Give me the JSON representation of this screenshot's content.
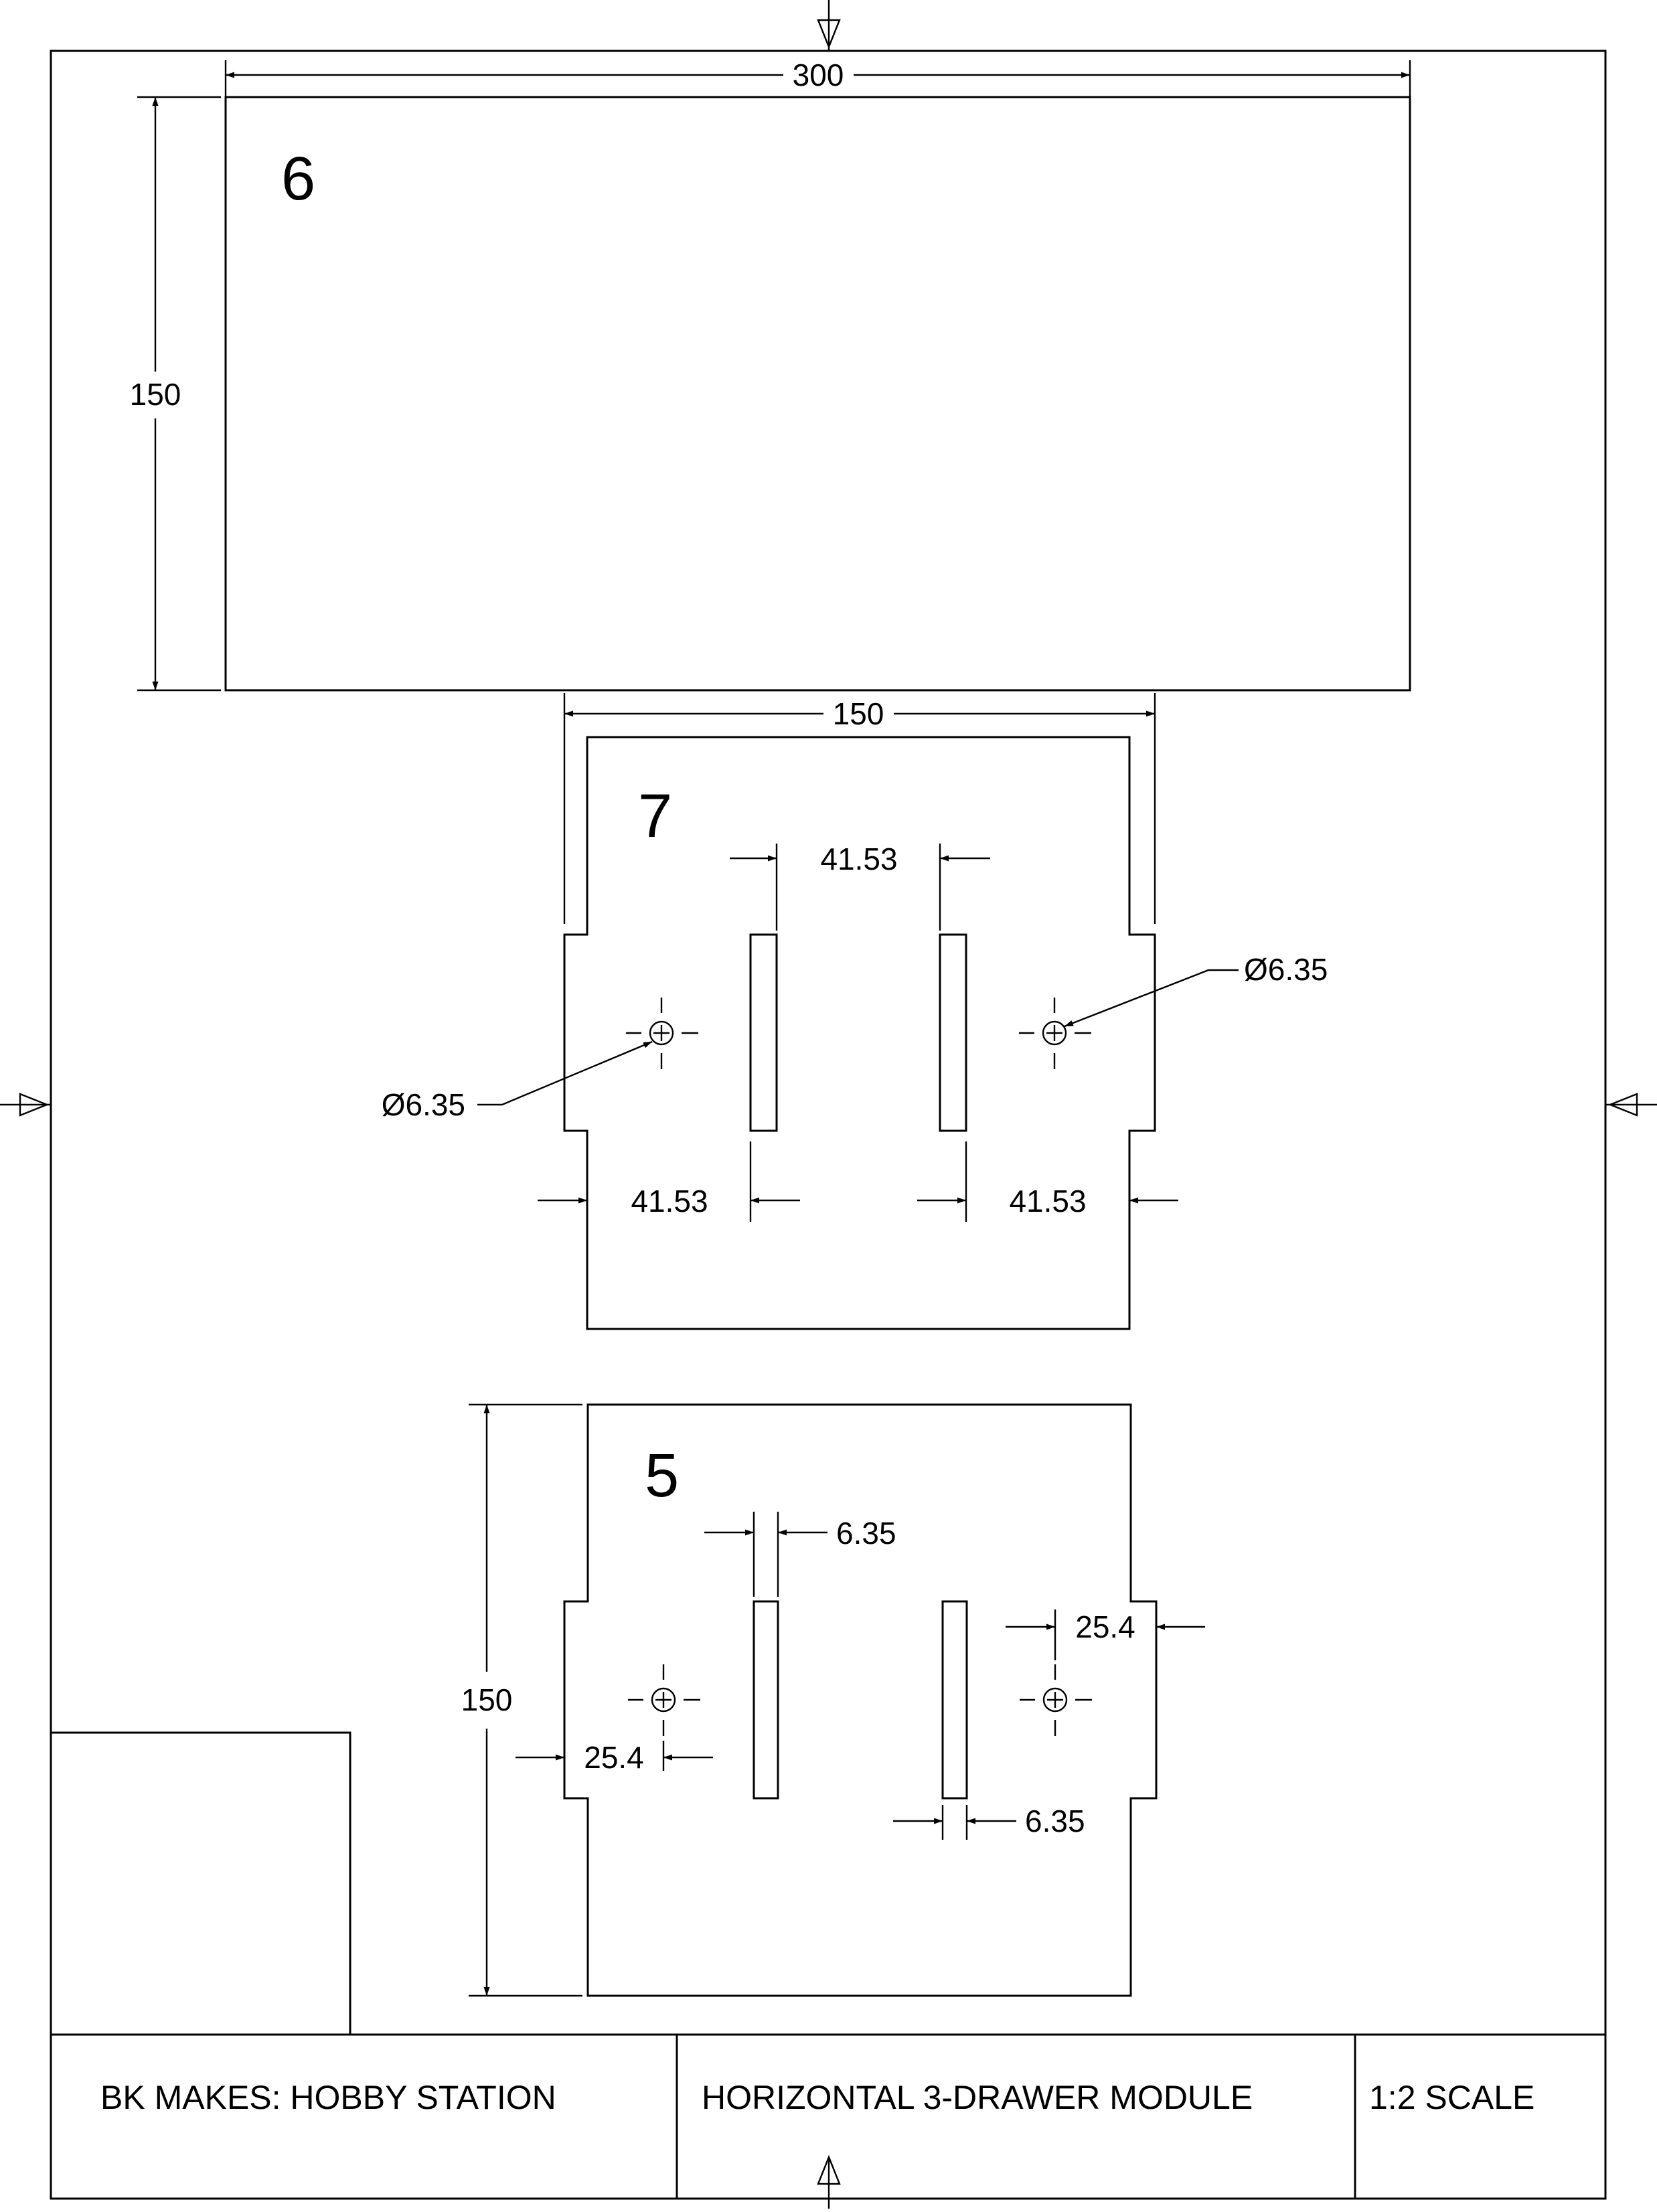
{
  "title_block": {
    "project": "BK MAKES: HOBBY STATION",
    "drawing_title": "HORIZONTAL 3-DRAWER MODULE",
    "scale": "1:2 SCALE"
  },
  "parts": [
    {
      "number": "6",
      "dimensions": {
        "width": "300",
        "height": "150"
      }
    },
    {
      "number": "7",
      "dimensions": {
        "width": "150",
        "slot_gap": "41.53",
        "left_edge_to_slot": "41.53",
        "right_slot_to_edge": "41.53",
        "hole_left": "Ø6.35",
        "hole_right": "Ø6.35"
      }
    },
    {
      "number": "5",
      "dimensions": {
        "height": "150",
        "slot_width_top": "6.35",
        "slot_width_bottom": "6.35",
        "hole_offset_left": "25.4",
        "hole_offset_right": "25.4"
      }
    }
  ]
}
